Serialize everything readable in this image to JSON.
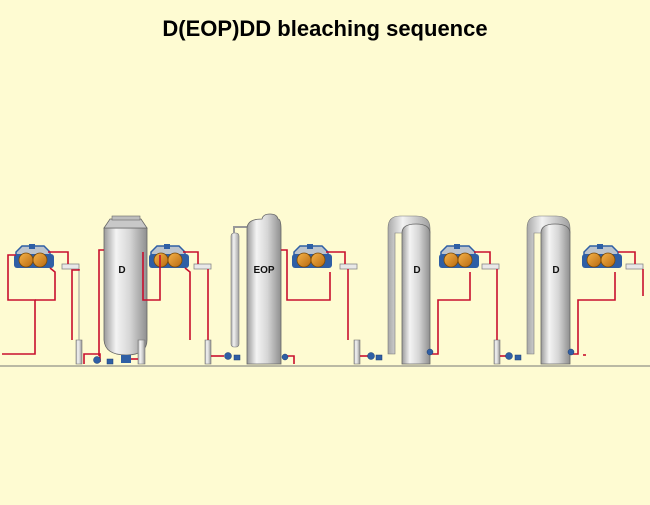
{
  "title": "D(EOP)DD bleaching sequence",
  "stages": [
    {
      "label": "D"
    },
    {
      "label": "EOP"
    },
    {
      "label": "D"
    },
    {
      "label": "D"
    }
  ],
  "colors": {
    "background": "#fefbd2",
    "pipe": "#c8102e",
    "vessel": "#dcdcdc",
    "vessel_shade": "#9a9a9a",
    "pump": "#2f5fa5",
    "washer_drum": "#e08a1e"
  }
}
